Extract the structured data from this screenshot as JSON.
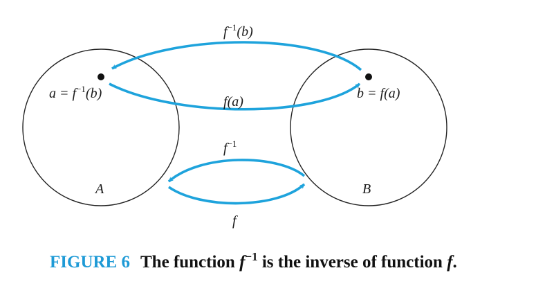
{
  "diagram": {
    "sets": [
      {
        "name": "A"
      },
      {
        "name": "B"
      }
    ],
    "points": {
      "a_eq": "a = ",
      "a_f": "f",
      "a_sup": "−1",
      "a_arg": "(b)",
      "b_eq": "b = ",
      "b_f": "f",
      "b_arg": "(a)"
    },
    "arrows": {
      "top_f": "f",
      "top_sup": "−1",
      "top_arg": "(b)",
      "mid_f": "f",
      "mid_arg": "(a)",
      "lower_f": "f",
      "lower_sup": "−1",
      "bottom_f": "f"
    },
    "colors": {
      "arrow": "#1ea3dc",
      "circle": "#222222",
      "caption_head": "#1e9ad6"
    }
  },
  "caption": {
    "label": "FIGURE 6",
    "text1": "The function ",
    "f1": "f",
    "sup": "−1",
    "text2": " is the inverse of function ",
    "f2": "f",
    "end": "."
  }
}
